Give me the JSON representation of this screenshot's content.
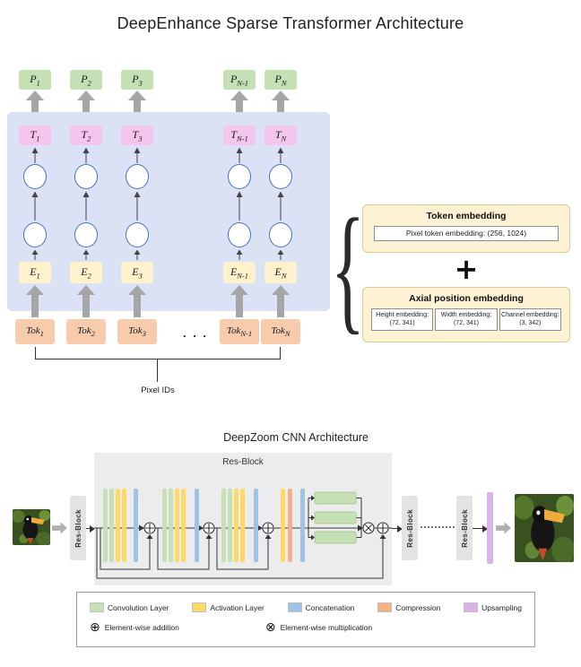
{
  "transformer": {
    "title": "DeepEnhance Sparse Transformer Architecture",
    "columns": [
      {
        "p_base": "P",
        "p_sub": "1",
        "t_base": "T",
        "t_sub": "1",
        "e_base": "E",
        "e_sub": "1",
        "tok_base": "Tok",
        "tok_sub": "1"
      },
      {
        "p_base": "P",
        "p_sub": "2",
        "t_base": "T",
        "t_sub": "2",
        "e_base": "E",
        "e_sub": "2",
        "tok_base": "Tok",
        "tok_sub": "2"
      },
      {
        "p_base": "P",
        "p_sub": "3",
        "t_base": "T",
        "t_sub": "3",
        "e_base": "E",
        "e_sub": "3",
        "tok_base": "Tok",
        "tok_sub": "3"
      },
      {
        "p_base": "P",
        "p_sub": "N-1",
        "t_base": "T",
        "t_sub": "N-1",
        "e_base": "E",
        "e_sub": "N-1",
        "tok_base": "Tok",
        "tok_sub": "N-1"
      },
      {
        "p_base": "P",
        "p_sub": "N",
        "t_base": "T",
        "t_sub": "N",
        "e_base": "E",
        "e_sub": "N",
        "tok_base": "Tok",
        "tok_sub": "N"
      }
    ],
    "ellipsis": ". . .",
    "pixel_ids_label": "Pixel IDs"
  },
  "embedding_panel": {
    "token_title": "Token embedding",
    "token_value": "Pixel token embedding: (256, 1024)",
    "plus_symbol": "+",
    "axial_title": "Axial position embedding",
    "axial_cells": [
      {
        "name": "Height embedding:",
        "shape": "(72, 341)"
      },
      {
        "name": "Width embedding:",
        "shape": "(72, 341)"
      },
      {
        "name": "Channel embedding:",
        "shape": "(3, 342)"
      }
    ]
  },
  "cnn": {
    "title": "DeepZoom CNN Architecture",
    "res_block_panel_label": "Res-Block",
    "res_block_in_label": "Res-Block",
    "res_block_out1_label": "Res-Block",
    "res_block_out2_label": "Res-Block"
  },
  "legend": {
    "layers": [
      {
        "label": "Convolution Layer",
        "color": "#c5e0b4"
      },
      {
        "label": "Activation Layer",
        "color": "#ffd966"
      },
      {
        "label": "Concatenation",
        "color": "#9dc3e6"
      },
      {
        "label": "Compression",
        "color": "#f4b183"
      },
      {
        "label": "Upsampling",
        "color": "#d9b3e5"
      }
    ],
    "operations": [
      {
        "symbol": "⊕",
        "label": "Element-wise addition"
      },
      {
        "symbol": "⊗",
        "label": "Element-wise multiplication"
      }
    ]
  }
}
